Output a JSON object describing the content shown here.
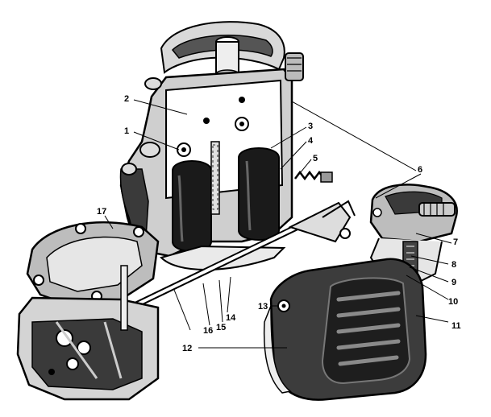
{
  "colors": {
    "ink": "#000000",
    "paper": "#ffffff",
    "shade": "#2a2a2a",
    "mid": "#8a8a8a"
  },
  "callouts": [
    {
      "id": "1",
      "label": "1"
    },
    {
      "id": "2",
      "label": "2"
    },
    {
      "id": "3",
      "label": "3"
    },
    {
      "id": "4",
      "label": "4"
    },
    {
      "id": "5",
      "label": "5"
    },
    {
      "id": "6",
      "label": "6"
    },
    {
      "id": "7",
      "label": "7"
    },
    {
      "id": "8",
      "label": "8"
    },
    {
      "id": "9",
      "label": "9"
    },
    {
      "id": "10",
      "label": "10"
    },
    {
      "id": "11",
      "label": "11"
    },
    {
      "id": "12",
      "label": "12"
    },
    {
      "id": "13",
      "label": "13"
    },
    {
      "id": "14",
      "label": "14"
    },
    {
      "id": "15",
      "label": "15"
    },
    {
      "id": "16",
      "label": "16"
    },
    {
      "id": "17",
      "label": "17"
    }
  ]
}
